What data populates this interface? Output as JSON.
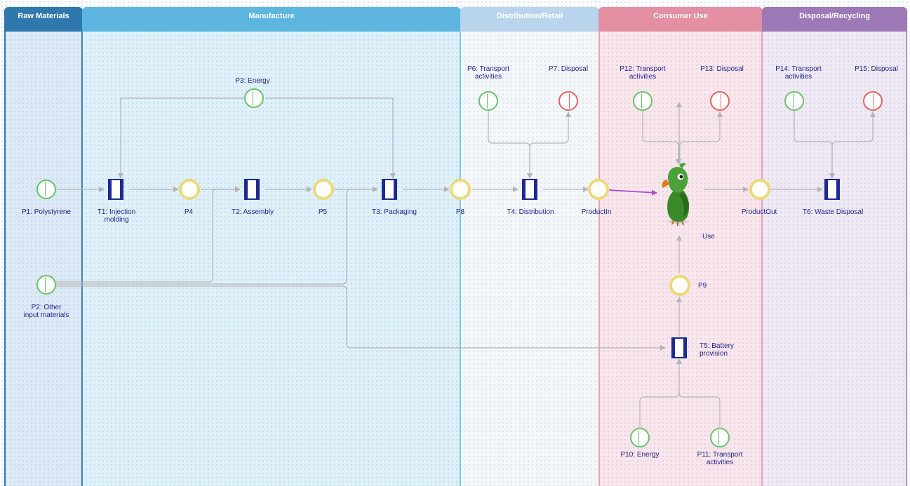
{
  "lanes": {
    "raw": "Raw Materials",
    "manufacture": "Manufacture",
    "distribution": "Distribution/Retail",
    "consumer": "Consumer Use",
    "disposal": "Disposal/Recycling"
  },
  "places": {
    "p1": "P1: Polystyrene",
    "p2_line1": "P2: Other",
    "p2_line2": "input materials",
    "p3": "P3: Energy",
    "p4": "P4",
    "p5": "P5",
    "p8": "P8",
    "p6_line1": "P6: Transport",
    "p6_line2": "activities",
    "p7": "P7: Disposal",
    "p12_line1": "P12: Transport",
    "p12_line2": "activities",
    "p13": "P13: Disposal",
    "p14_line1": "P14: Transport",
    "p14_line2": "activities",
    "p15": "P15: Disposal",
    "product_in": "ProductIn",
    "product_out": "ProductOut",
    "p9": "P9",
    "p10": "P10: Energy",
    "p11_line1": "P11: Transport",
    "p11_line2": "activities"
  },
  "transitions": {
    "t1_line1": "T1: Injection",
    "t1_line2": "molding",
    "t2": "T2: Assembly",
    "t3": "T3: Packaging",
    "t4": "T4: Distribution",
    "use": "Use",
    "t5_line1": "T5: Battery",
    "t5_line2": "provision",
    "t6": "T6: Waste Disposal"
  },
  "colors": {
    "arc": "#b4b4b4",
    "arc_highlight": "#b04ad0",
    "input_place": "#6cc06c",
    "output_place": "#e66060",
    "intermediate_place": "#ecd97a",
    "transition": "#1e2a90"
  },
  "icons": {
    "use_node": "parrot-icon"
  }
}
